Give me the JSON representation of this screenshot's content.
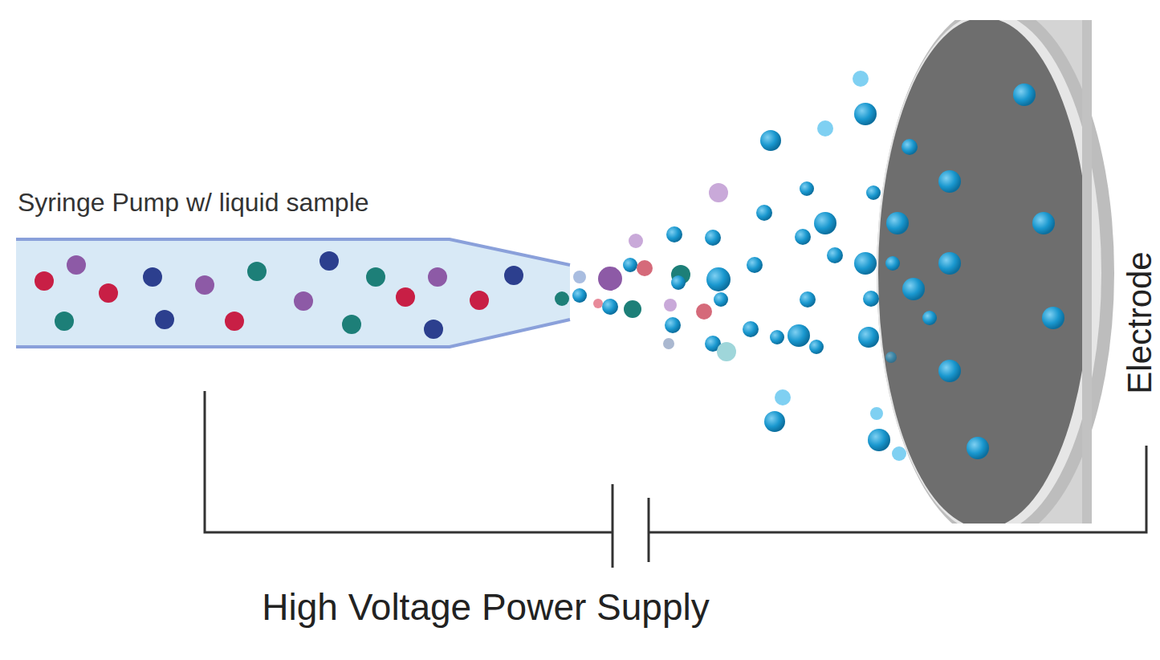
{
  "diagram": {
    "labels": [
      "Syringe Pump w/ liquid sample",
      "Electrode",
      "High Voltage Power Supply"
    ]
  }
}
